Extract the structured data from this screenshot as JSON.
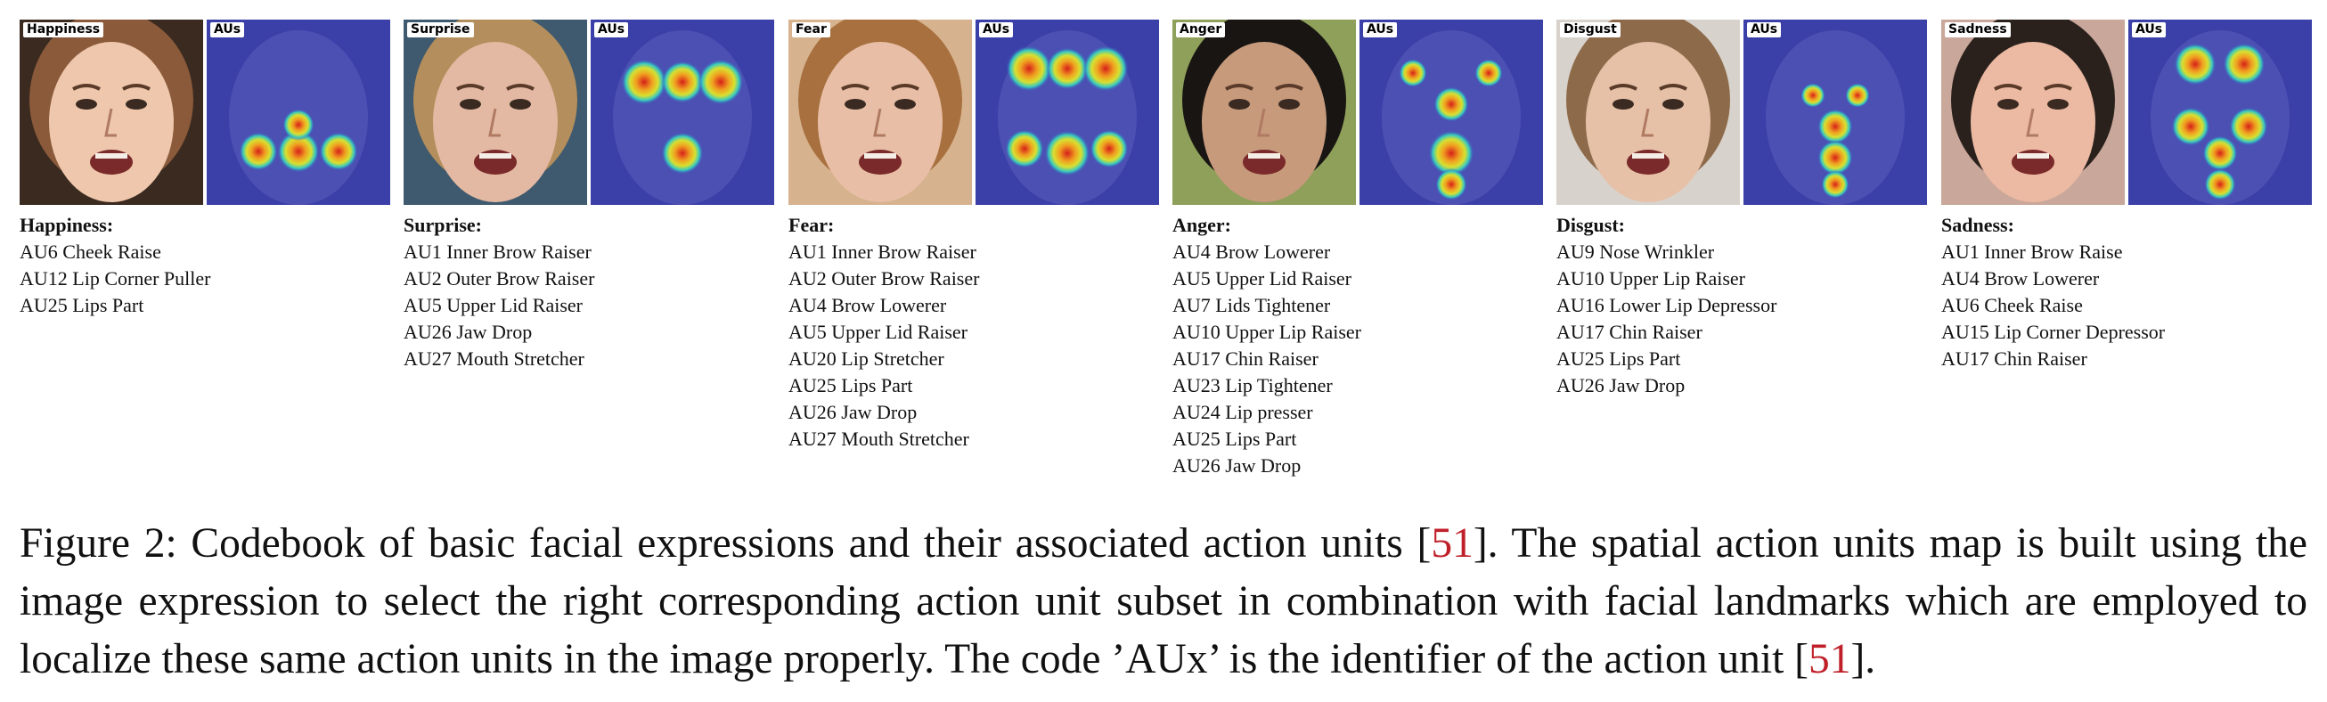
{
  "figure": {
    "label_prefix": "Figure 2: ",
    "caption_part1": "Codebook of basic facial expressions and their associated action units [",
    "ref1": "51",
    "caption_part2": "]. The spatial action units map is built using the image expression to select the right corresponding action unit subset in combination with facial landmarks which are employed to localize these same action units in the image properly. The code ’AUx’ is the identifier of the action unit [",
    "ref2": "51",
    "caption_part3": "]."
  },
  "panels": [
    {
      "tag": "Happiness",
      "au_tag": "AUs",
      "title": "Happiness:",
      "aus": [
        "AU6 Cheek Raise",
        "AU12 Lip Corner Puller",
        "AU25 Lips Part"
      ],
      "skin": "#eec7ac",
      "hair": "#8a5a3a",
      "bg": "#3a2a20"
    },
    {
      "tag": "Surprise",
      "au_tag": "AUs",
      "title": "Surprise:",
      "aus": [
        "AU1 Inner Brow Raiser",
        "AU2 Outer Brow Raiser",
        "AU5 Upper Lid Raiser",
        "AU26 Jaw Drop",
        "AU27 Mouth Stretcher"
      ],
      "skin": "#e3b9a3",
      "hair": "#b48e5c",
      "bg": "#3f5a6e"
    },
    {
      "tag": "Fear",
      "au_tag": "AUs",
      "title": "Fear:",
      "aus": [
        "AU1 Inner Brow Raiser",
        "AU2 Outer Brow Raiser",
        "AU4 Brow Lowerer",
        "AU5 Upper Lid Raiser",
        "AU20 Lip Stretcher",
        "AU25 Lips Part",
        "AU26 Jaw Drop",
        "AU27 Mouth Stretcher"
      ],
      "skin": "#e8bfa6",
      "hair": "#a8703f",
      "bg": "#d6b38e"
    },
    {
      "tag": "Anger",
      "au_tag": "AUs",
      "title": "Anger:",
      "aus": [
        "AU4 Brow Lowerer",
        "AU5 Upper Lid Raiser",
        "AU7 Lids Tightener",
        "AU10 Upper Lip Raiser",
        "AU17 Chin Raiser",
        "AU23 Lip Tightener",
        "AU24 Lip presser",
        "AU25 Lips Part",
        "AU26 Jaw Drop"
      ],
      "skin": "#c79a7c",
      "hair": "#181512",
      "bg": "#8fa05a"
    },
    {
      "tag": "Disgust",
      "au_tag": "AUs",
      "title": "Disgust:",
      "aus": [
        "AU9 Nose Wrinkler",
        "AU10 Upper Lip Raiser",
        "AU16 Lower Lip Depressor",
        "AU17 Chin Raiser",
        "AU25 Lips Part",
        "AU26 Jaw Drop"
      ],
      "skin": "#e6c1a8",
      "hair": "#8d6b4a",
      "bg": "#d8d2cc"
    },
    {
      "tag": "Sadness",
      "au_tag": "AUs",
      "title": "Sadness:",
      "aus": [
        "AU1 Inner Brow Raise",
        "AU4 Brow Lowerer",
        "AU6 Cheek Raise",
        "AU15 Lip Corner Depressor",
        "AU17 Chin Raiser"
      ],
      "skin": "#ecb9a2",
      "hair": "#2a211d",
      "bg": "#c9a79a"
    }
  ]
}
